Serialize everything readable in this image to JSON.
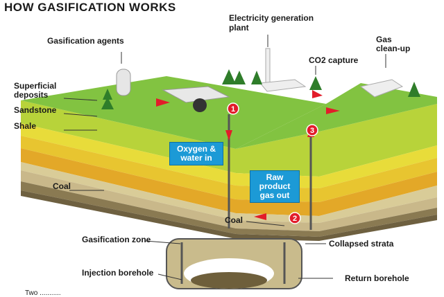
{
  "title": "HOW GASIFICATION WORKS",
  "labels": {
    "gasification_agents": "Gasification agents",
    "electricity_line1": "Electricity generation",
    "electricity_line2": "plant",
    "co2_capture": "CO2 capture",
    "gas_line1": "Gas",
    "gas_line2": "clean-up",
    "superficial_line1": "Superficial",
    "superficial_line2": "deposits",
    "sandstone": "Sandstone",
    "shale": "Shale",
    "coal_left": "Coal",
    "coal_mid": "Coal",
    "gasification_zone": "Gasification zone",
    "injection_borehole": "Injection borehole",
    "collapsed_strata": "Collapsed strata",
    "return_borehole": "Return borehole"
  },
  "boxes": {
    "oxygen_line1": "Oxygen &",
    "oxygen_line2": "water in",
    "raw_line1": "Raw",
    "raw_line2": "product",
    "raw_line3": "gas out"
  },
  "steps": [
    "1",
    "2",
    "3"
  ],
  "footer_text": "Two ...........",
  "colors": {
    "grass": "#7cc242",
    "yellow_layer": "#e8dc3a",
    "orange_layer": "#e3b030",
    "sand_layer": "#d9cc98",
    "coal_layer": "#8a7a52",
    "blue_box": "#1c9ad6",
    "arrow_red": "#e21c2a"
  }
}
